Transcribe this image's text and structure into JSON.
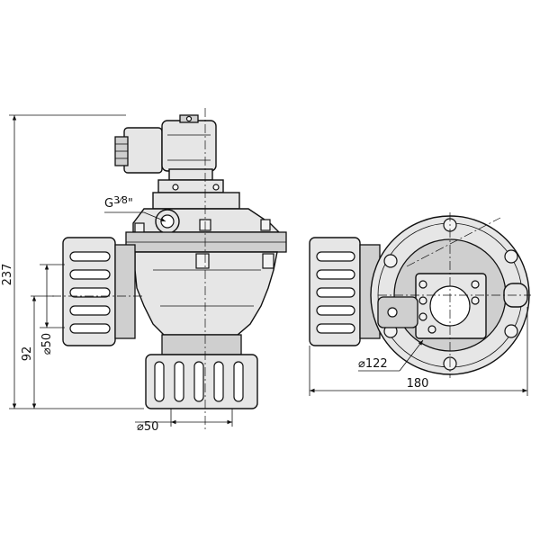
{
  "drawing": {
    "labels": {
      "height_overall": "237",
      "height_inlet_center": "92",
      "inlet_diameter": "⌀50",
      "outlet_diameter": "⌀50",
      "port_thread_main": "G",
      "port_thread_fraction": "3⁄8",
      "port_thread_quote": "\"",
      "flange_diameter": "⌀122",
      "overall_width": "180"
    }
  }
}
